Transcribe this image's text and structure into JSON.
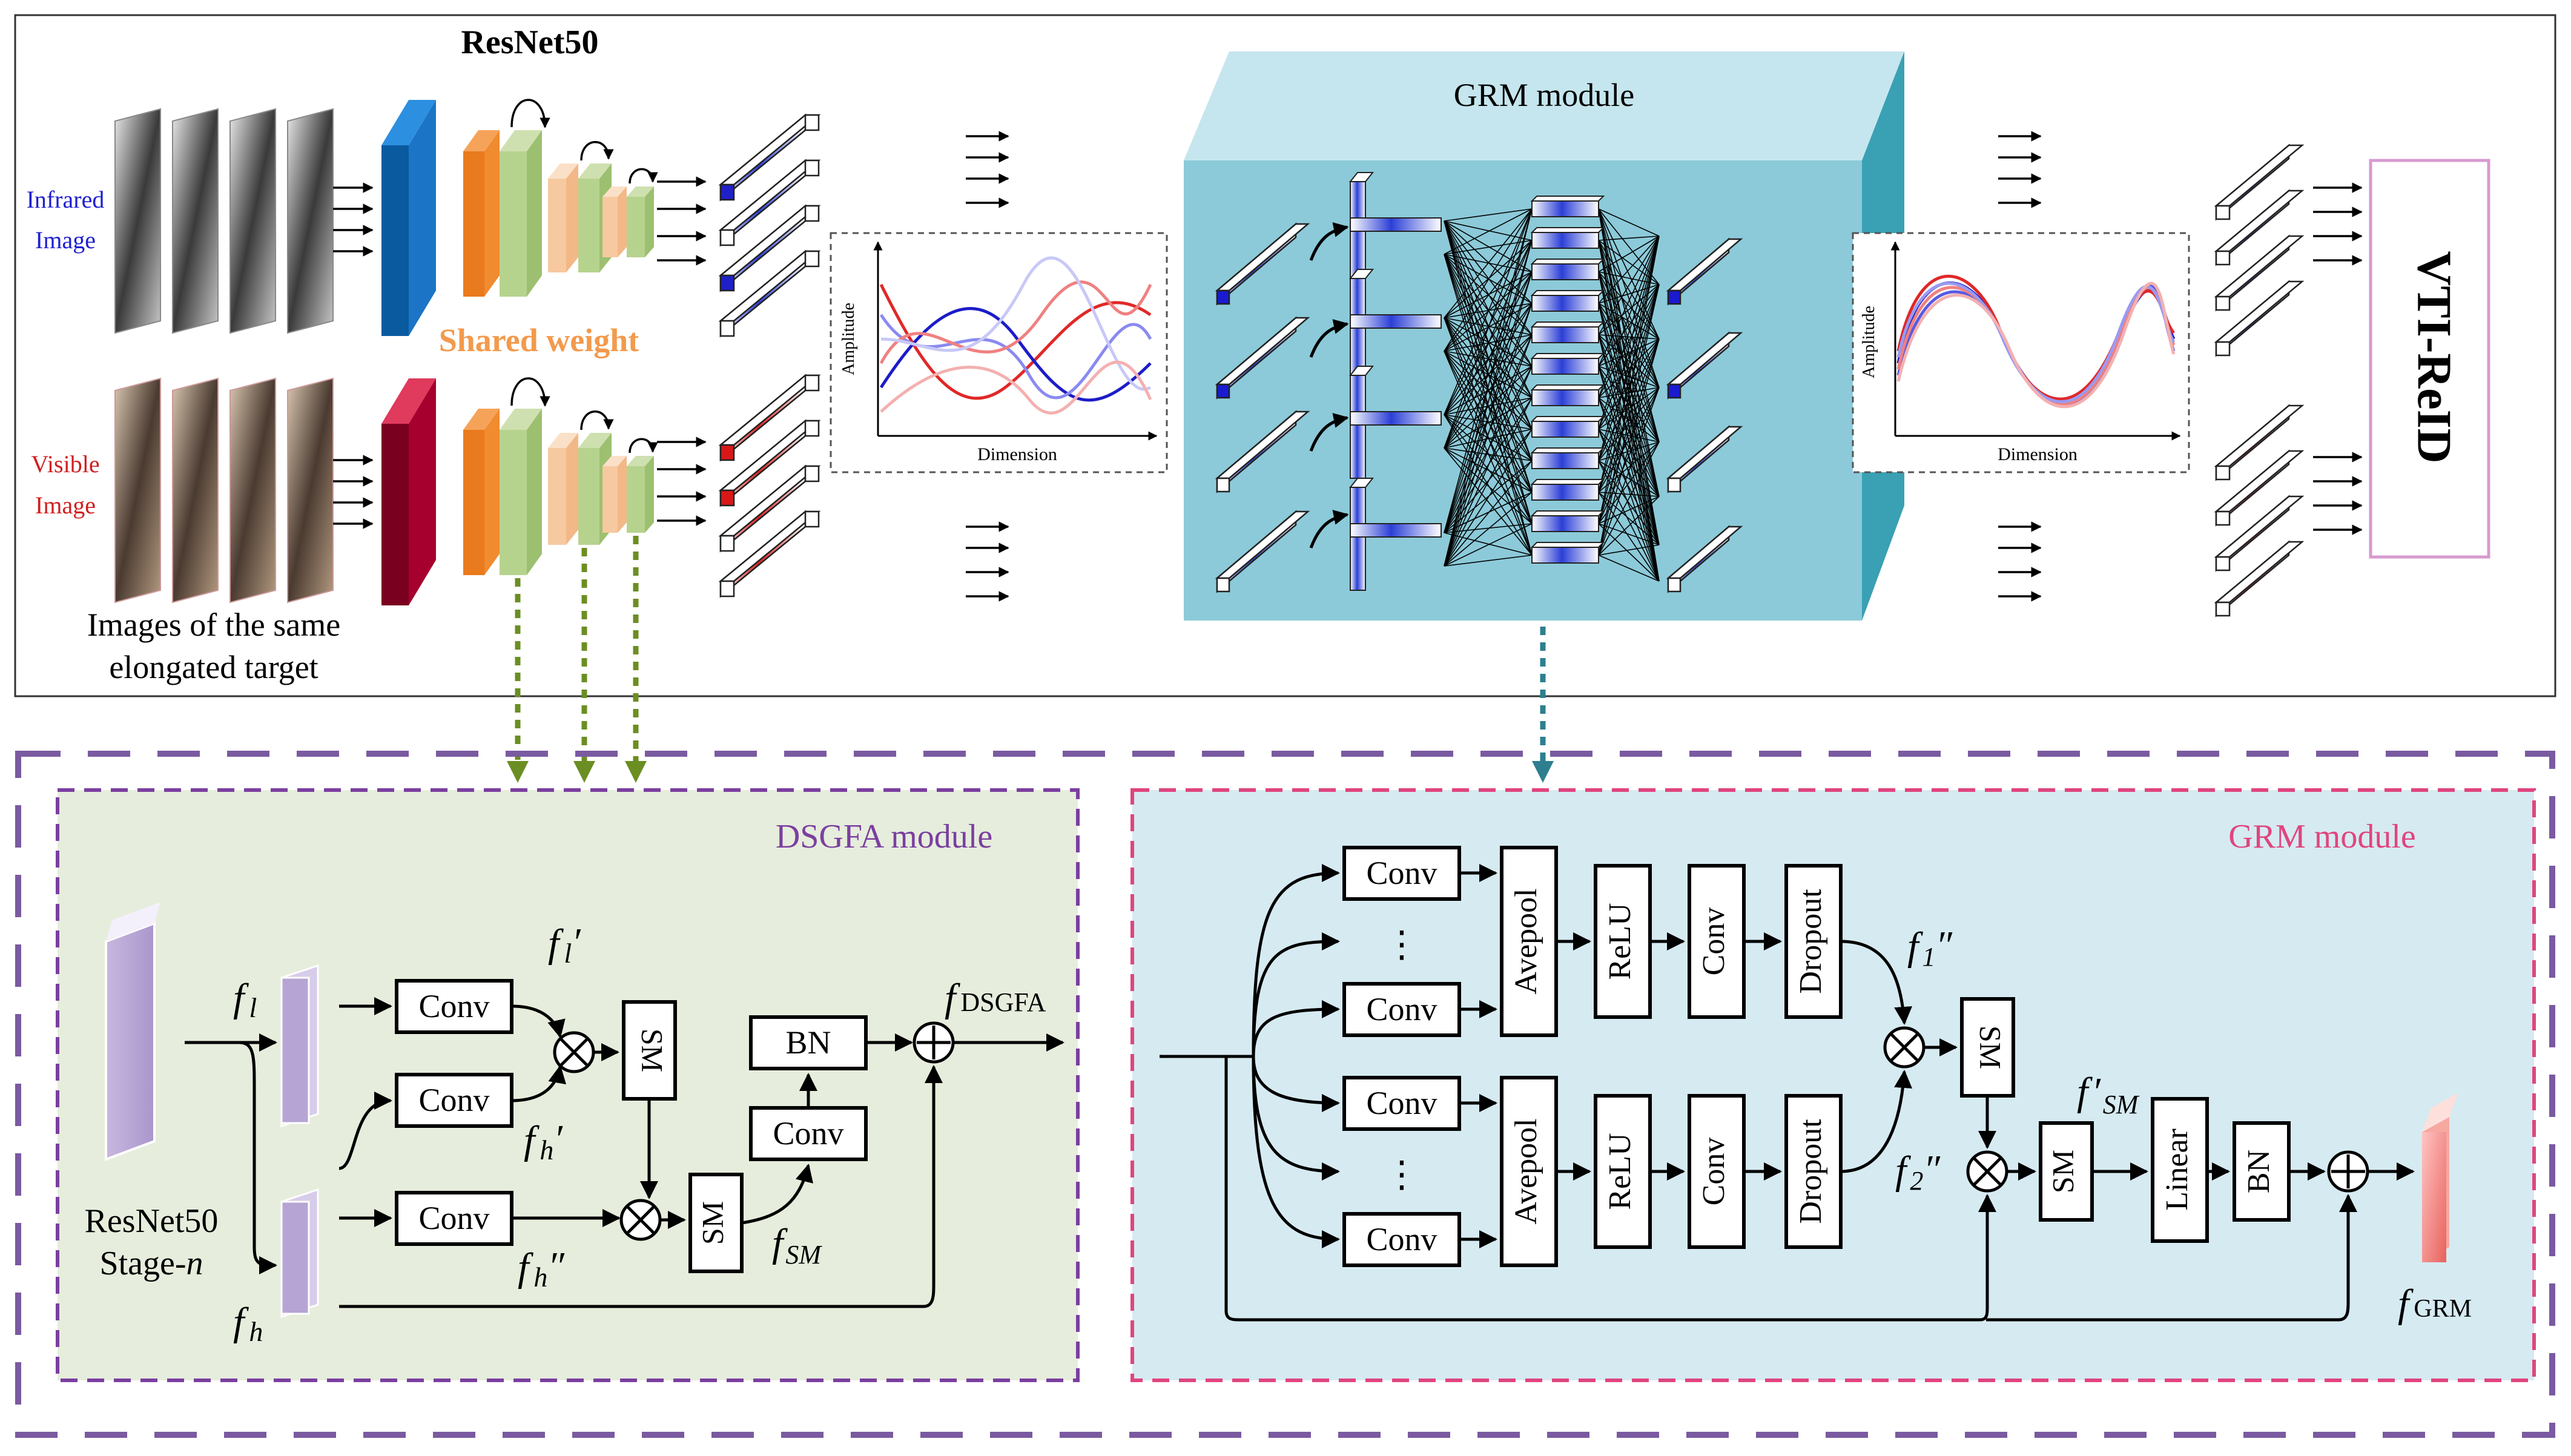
{
  "top": {
    "resnet_title": "ResNet50",
    "shared_weight": "Shared weight",
    "infrared_label": [
      "Infrared",
      "Image"
    ],
    "visible_label": [
      "Visible",
      "Image"
    ],
    "images_caption": [
      "Images of the same",
      "elongated target"
    ],
    "grm_title": "GRM module",
    "amplitude_label": "Amplitude",
    "dimension_label": "Dimension",
    "output_label": "VTI-ReID"
  },
  "dsgfa": {
    "title": "DSGFA module",
    "stage_label": [
      "ResNet50",
      "Stage-"
    ],
    "stage_n": "n",
    "f": "f",
    "sub_l": "l",
    "sub_h": "h",
    "prime": "′",
    "dprime": "″",
    "sub_sm": "SM",
    "sub_dsgfa": "DSGFA",
    "conv": "Conv",
    "sm": "SM",
    "bn": "BN"
  },
  "grm": {
    "title": "GRM module",
    "conv": "Conv",
    "dots": "⋮",
    "avepool": "Avepool",
    "relu": "ReLU",
    "dropout": "Dropout",
    "sm": "SM",
    "linear": "Linear",
    "bn": "BN",
    "f": "f",
    "sub_1": "1",
    "sub_2": "2",
    "sub_sm": "SM",
    "sub_grm": "GRM",
    "prime": "′",
    "dprime": "″"
  },
  "colors": {
    "infrared_text": "#1f1fd0",
    "visible_text": "#d01f1f",
    "shared_weight": "#f39a4c",
    "dsgfa_title": "#7b3fa0",
    "grm_title": "#e0457e",
    "dsgfa_bg": "#e6eddc",
    "grm_bg": "#d6eaf1",
    "outer_dash": "#7a5aa0",
    "cube_front": "#8ccad9",
    "green_arrow": "#6b8e23",
    "teal_arrow": "#2d7f8f"
  }
}
